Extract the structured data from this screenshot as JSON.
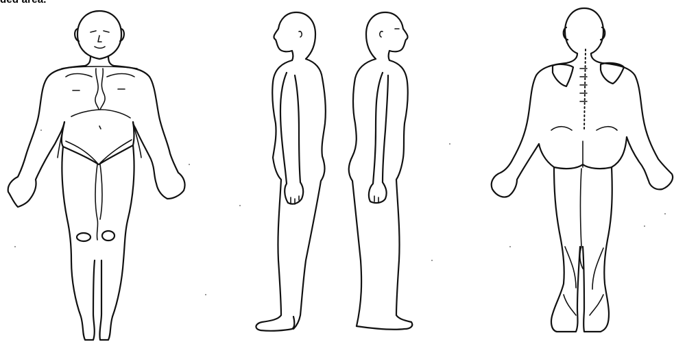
{
  "caption": "ded area.",
  "views": [
    {
      "name": "front-view"
    },
    {
      "name": "side-view-left"
    },
    {
      "name": "side-view-right"
    },
    {
      "name": "back-view"
    }
  ],
  "colors": {
    "line": "#111111",
    "background": "#ffffff"
  }
}
